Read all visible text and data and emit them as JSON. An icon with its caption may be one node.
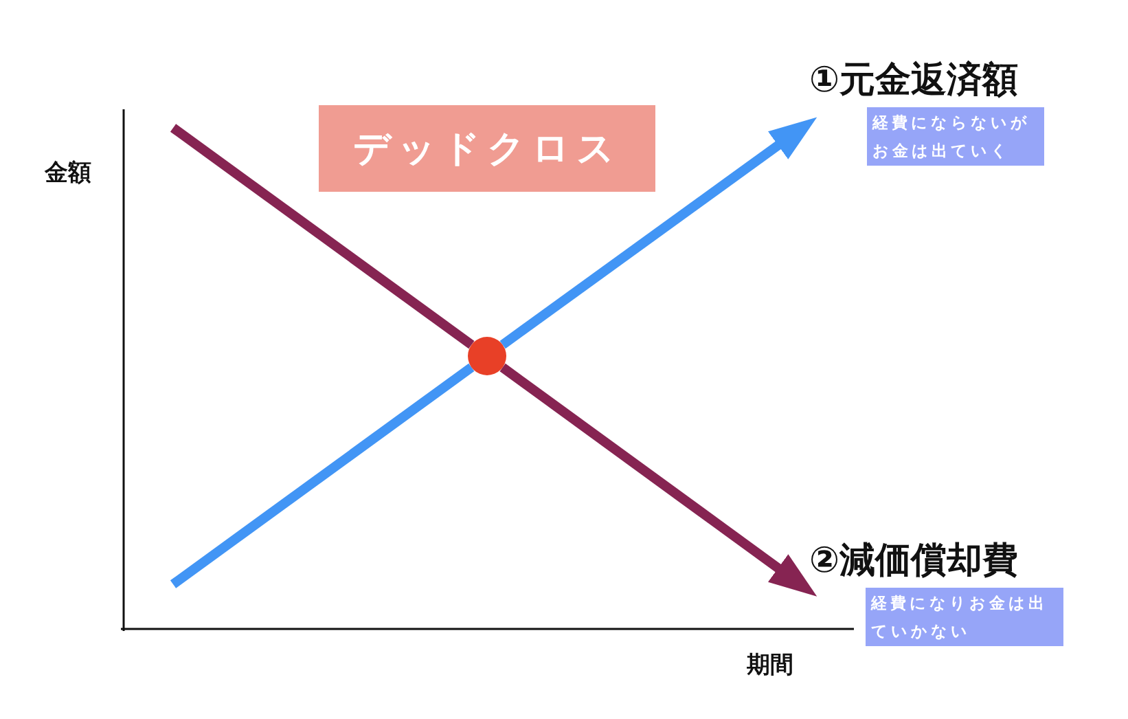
{
  "diagram": {
    "nodes": [
      {
        "text": [
          "①元金返済額",
          "経費にならないがお金は出ていく"
        ]
      },
      {
        "text": [
          "デッドクロス"
        ]
      },
      {
        "text": [],
        "shape": "circle"
      },
      {
        "text": [
          "②減価償却費",
          "経費になりお金は出ていかない"
        ]
      }
    ],
    "edges": [
      {
        "from": null,
        "to": 2,
        "arrow": "none",
        "color": "#4295f5"
      },
      {
        "from": 2,
        "to": 0,
        "arrow": "to",
        "color": "#4295f5"
      },
      {
        "from": null,
        "to": 2,
        "arrow": "none",
        "color": "#862452"
      },
      {
        "from": 2,
        "to": 3,
        "arrow": "to",
        "color": "#862452"
      }
    ],
    "labels": [
      "金額",
      "期間"
    ]
  }
}
